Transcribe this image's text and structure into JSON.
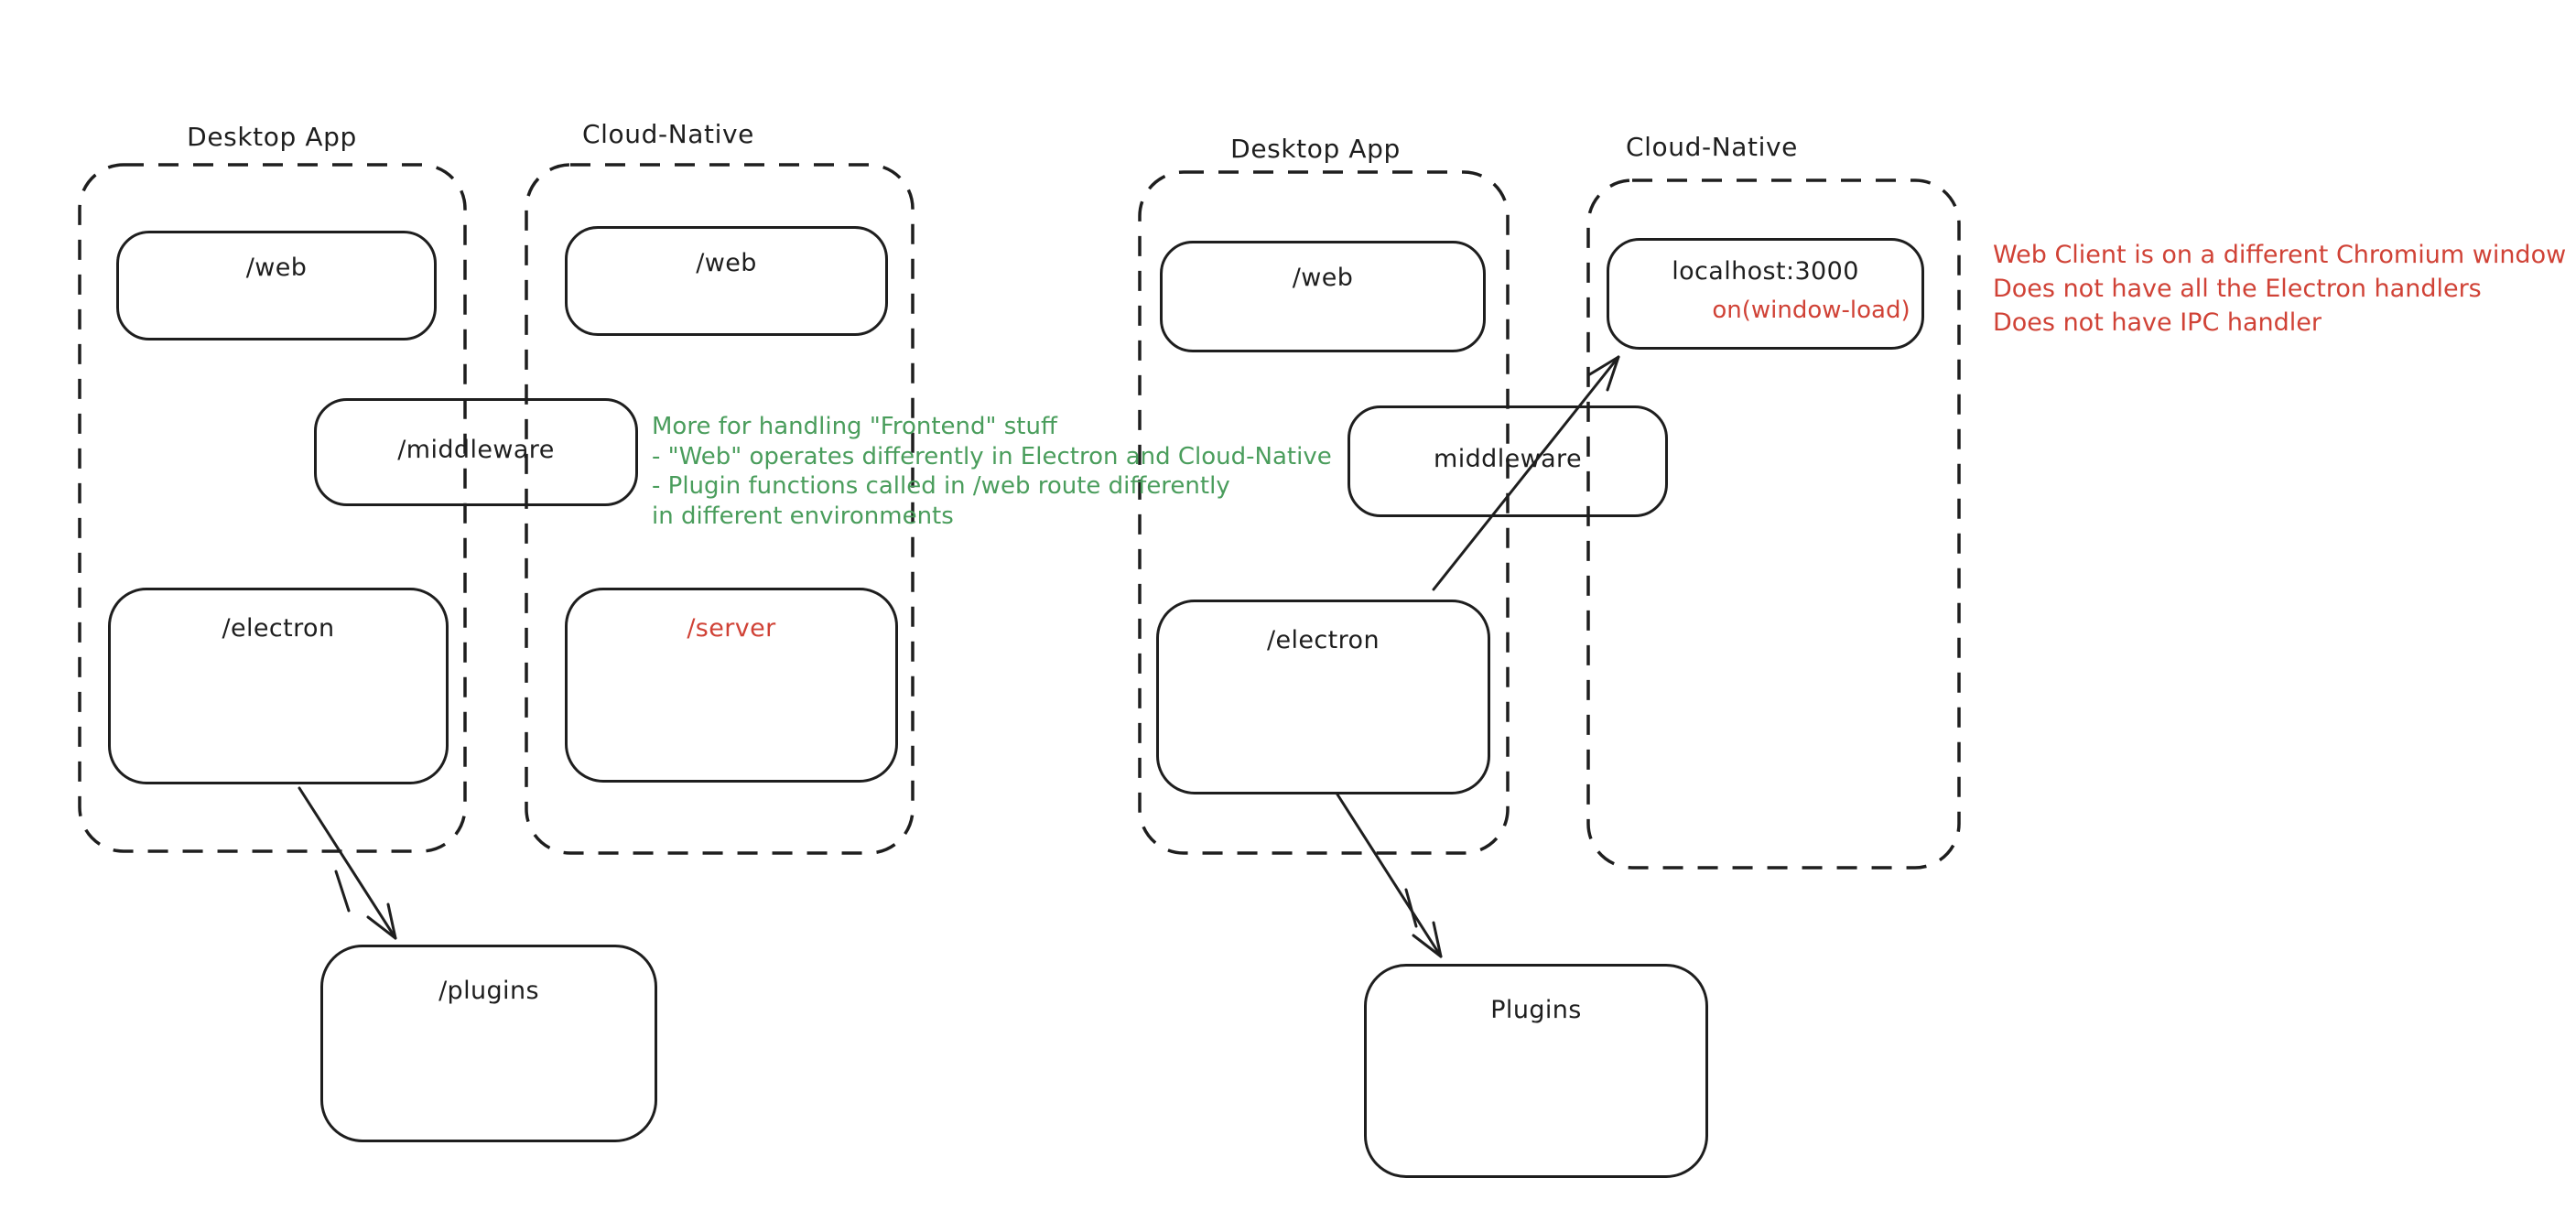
{
  "colors": {
    "ink": "#1e1e1e",
    "green_note": "#4a9d5c",
    "red_note": "#d04236",
    "background": "#ffffff"
  },
  "left": {
    "desktop": {
      "title": "Desktop App",
      "web": "/web",
      "electron": "/electron"
    },
    "cloud": {
      "title": "Cloud-Native",
      "web": "/web",
      "server": "/server"
    },
    "middleware": "/middleware",
    "plugins": "/plugins",
    "note": [
      "More for handling \"Frontend\" stuff",
      "- \"Web\" operates differently in Electron and Cloud-Native",
      "- Plugin functions called in /web route differently",
      "in different environments"
    ]
  },
  "right": {
    "desktop": {
      "title": "Desktop App",
      "web": "/web",
      "electron": "/electron"
    },
    "cloud": {
      "title": "Cloud-Native",
      "localhost": "localhost:3000",
      "window_load": "on(window-load)"
    },
    "middleware": "middleware",
    "plugins": "Plugins",
    "note": [
      "Web Client is on a different Chromium window",
      "Does not have all the Electron handlers",
      "Does not have IPC handler"
    ]
  }
}
